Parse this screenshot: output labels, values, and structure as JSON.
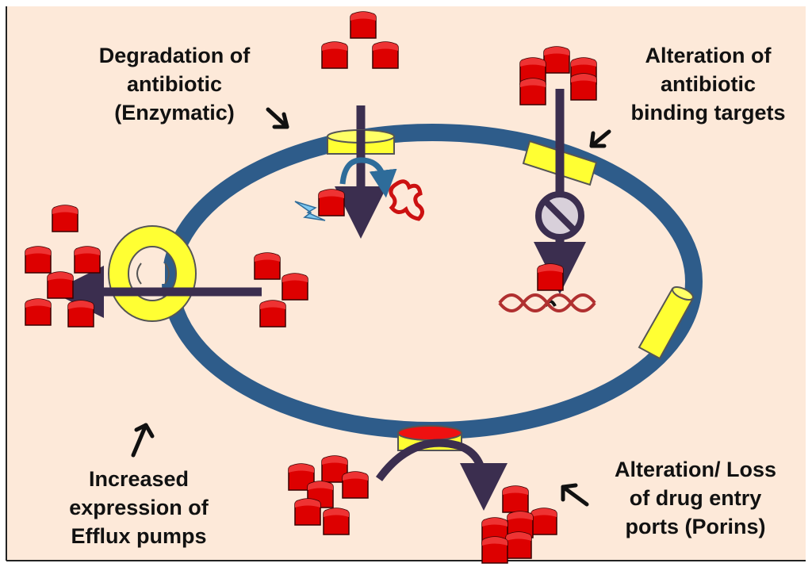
{
  "labels": {
    "degradation": [
      "Degradation of",
      "antibiotic",
      "(Enzymatic)"
    ],
    "binding": [
      "Alteration of",
      "antibiotic",
      "binding targets"
    ],
    "efflux": [
      "Increased",
      "expression of",
      "Efflux pumps"
    ],
    "porins": [
      "Alteration/ Loss",
      "of drug entry",
      "ports (Porins)"
    ]
  },
  "colors": {
    "background": "#FDE9D9",
    "membrane": "#2E5C8A",
    "protein": "#FFFF33",
    "antibiotic": "#DD0000",
    "arrow": "#3B2E4F",
    "dna": "#B03030",
    "enzyme_spark": "#7FC8F0"
  },
  "icons": {
    "antibiotic": "antibiotic-block-icon",
    "enzyme": "enzyme-spark-icon",
    "blocked": "no-entry-icon",
    "dna": "dna-helix-icon",
    "pointer": "pointer-arrow-icon"
  }
}
